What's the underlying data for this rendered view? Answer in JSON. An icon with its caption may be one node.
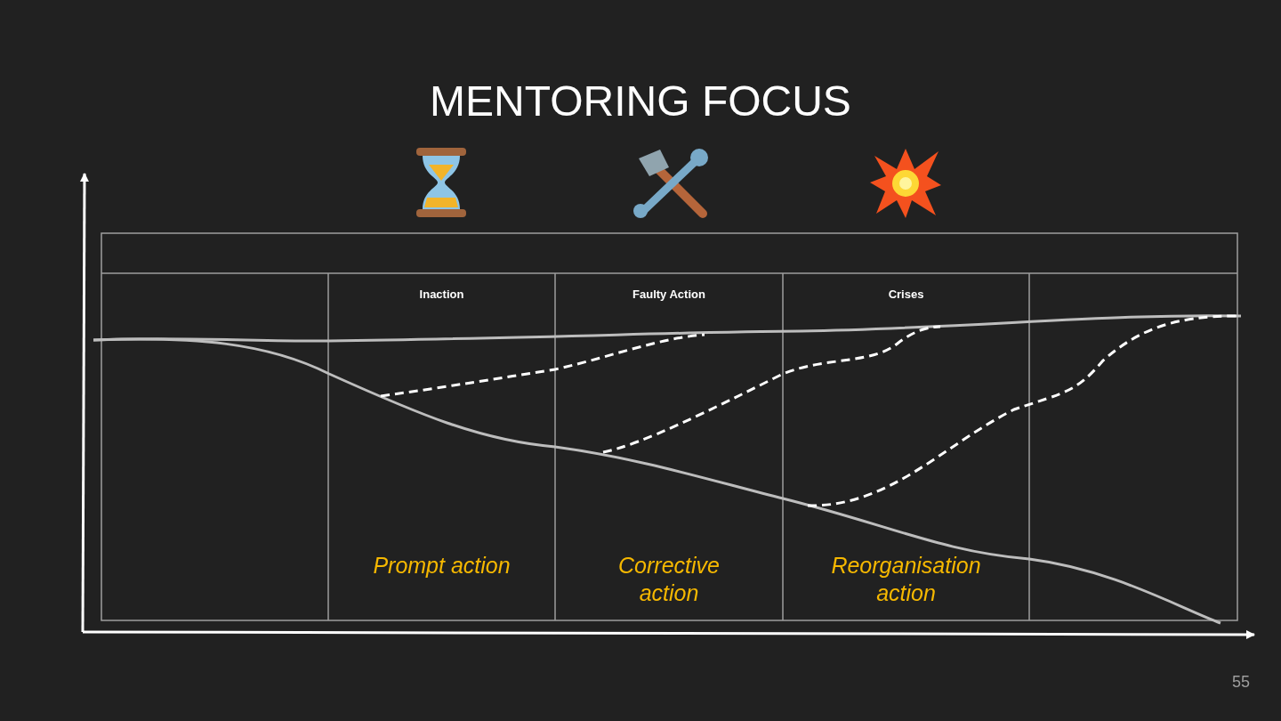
{
  "diagram": {
    "title": "MENTORING FOCUS",
    "labels": [
      "Inaction",
      "Faulty Action",
      "Crises",
      "Prompt action",
      "Corrective action",
      "Reorganisation action",
      "55"
    ]
  }
}
